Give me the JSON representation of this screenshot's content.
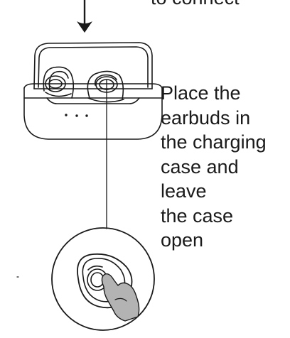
{
  "caption_top": "to connect",
  "instruction_lines": [
    "Place the",
    "earbuds in",
    "the charging",
    "case and",
    "leave",
    "the case",
    "open"
  ],
  "colors": {
    "ink": "#1a1a1a",
    "hand_fill": "#b3b3b3",
    "background": "#ffffff"
  },
  "icons": [
    "down-arrow-icon",
    "charging-case-icon",
    "earbud-icon",
    "finger-icon"
  ]
}
